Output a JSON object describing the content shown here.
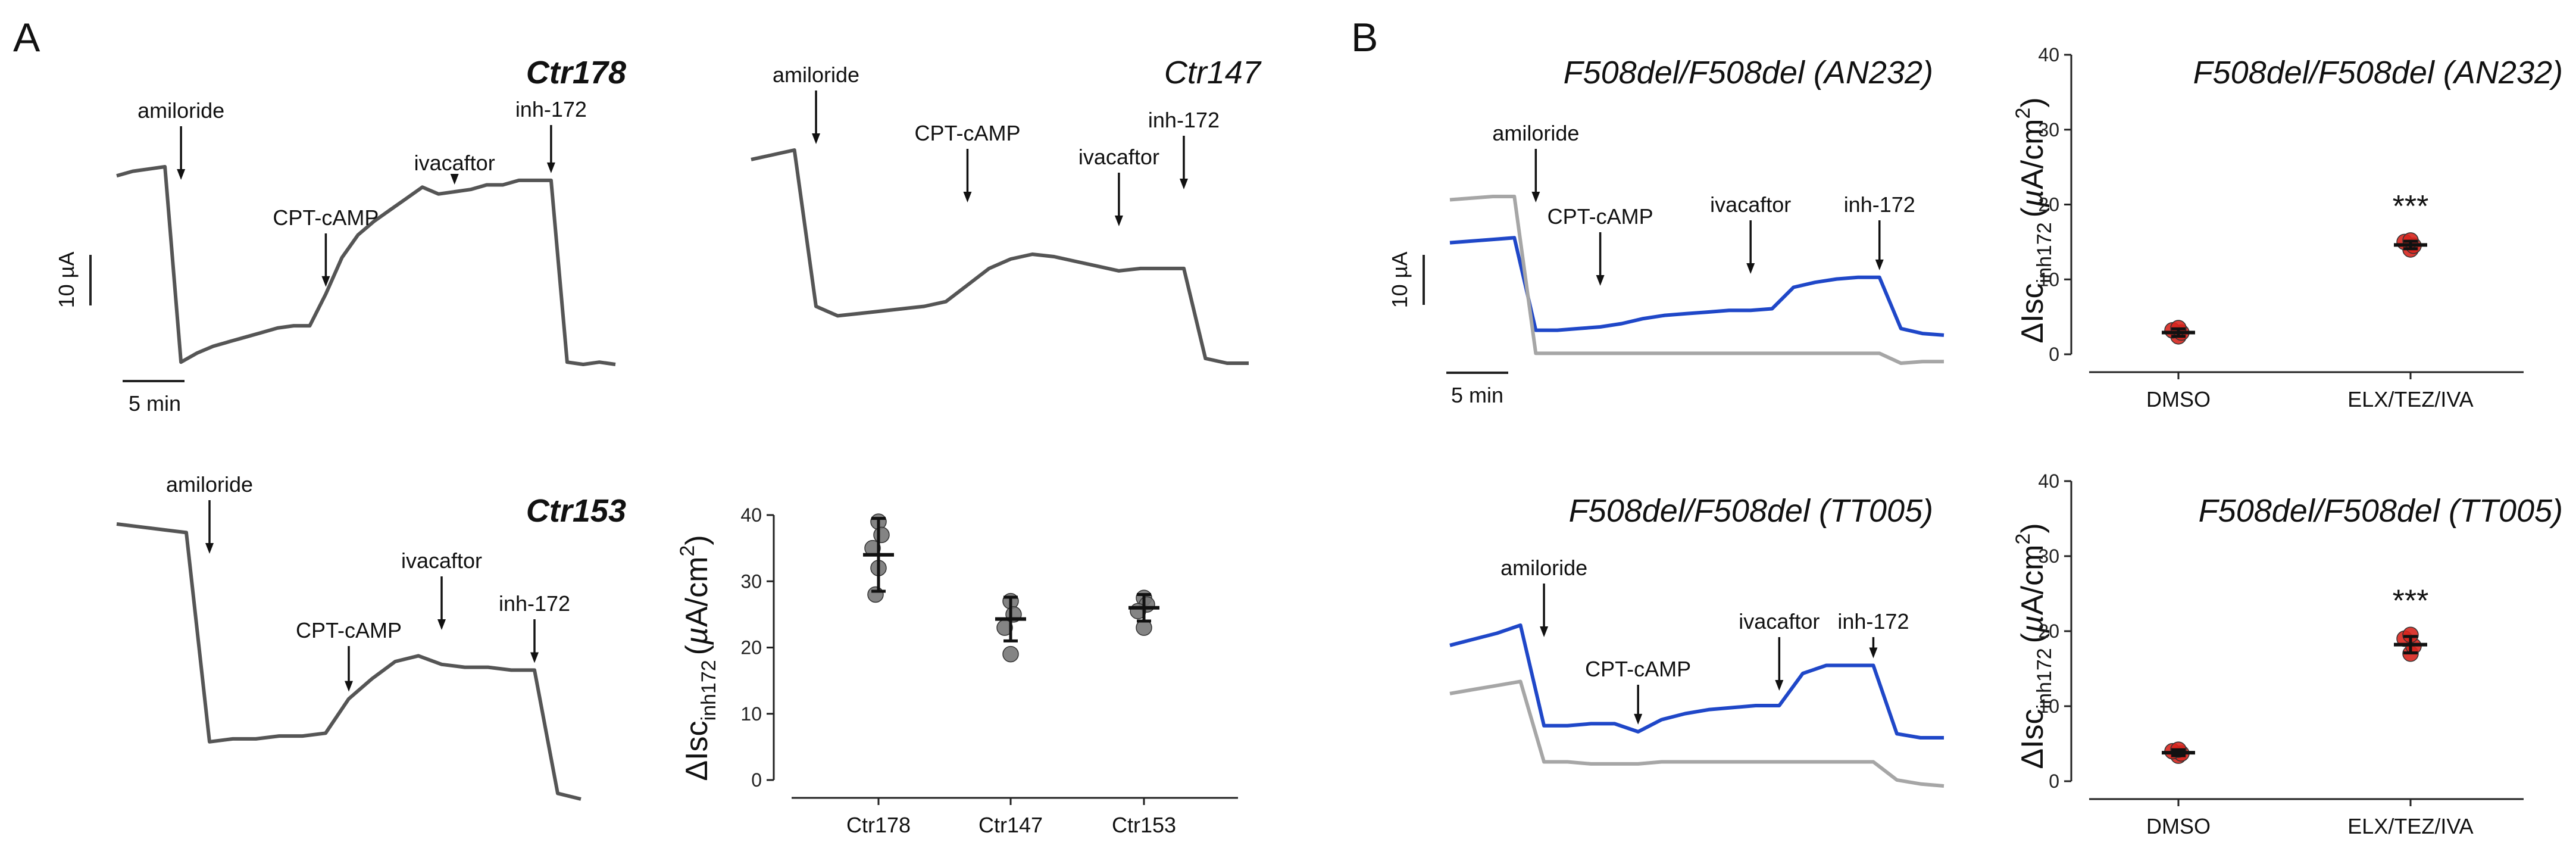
{
  "panel_labels": [
    "A",
    "B"
  ],
  "scale_bars": {
    "A": {
      "current": "10 µA",
      "time": "5 min"
    },
    "B": {
      "current": "10 µA",
      "time": "5 min"
    }
  },
  "ylabel": {
    "main": "ΔIsc",
    "sub": "inh172",
    "unit_pre": "(",
    "mu": "µ",
    "unit_post": "A/cm",
    "sup": "2",
    "close": ")"
  },
  "colors": {
    "trace_dark": "#555555",
    "trace_blue": "#1f47c8",
    "trace_gray": "#a6a6a6",
    "dot_gray": "#777777",
    "dot_red": "#d7261e",
    "axis": "#222222"
  },
  "chart_data": [
    {
      "type": "line",
      "title": "Ctr178",
      "annotations": [
        "amiloride",
        "CPT-cAMP",
        "ivacaftor",
        "inh-172"
      ],
      "series": [
        {
          "values": [
            84,
            86,
            87,
            88,
            2,
            6,
            9,
            11,
            13,
            15,
            17,
            18,
            18,
            32,
            48,
            58,
            64,
            69,
            74,
            79,
            76,
            77,
            78,
            80,
            80,
            82,
            82,
            82,
            2,
            1,
            2,
            1
          ]
        }
      ],
      "grid": false
    },
    {
      "type": "line",
      "title": "Ctr147",
      "annotations": [
        "amiloride",
        "CPT-cAMP",
        "ivacaftor",
        "inh-172"
      ],
      "series": [
        {
          "values": [
            86,
            88,
            90,
            24,
            20,
            21,
            22,
            23,
            24,
            26,
            33,
            40,
            44,
            46,
            45,
            43,
            41,
            39,
            40,
            40,
            40,
            2,
            0,
            0
          ]
        }
      ],
      "grid": false
    },
    {
      "type": "line",
      "title": "Ctr153",
      "annotations": [
        "amiloride",
        "CPT-cAMP",
        "ivacaftor",
        "inh-172"
      ],
      "series": [
        {
          "values": [
            96,
            95,
            94,
            93,
            20,
            21,
            21,
            22,
            22,
            23,
            35,
            42,
            48,
            50,
            47,
            46,
            46,
            45,
            45,
            2,
            0
          ]
        }
      ],
      "grid": false
    },
    {
      "type": "scatter",
      "categories": [
        "Ctr178",
        "Ctr147",
        "Ctr153"
      ],
      "ylim": [
        0,
        40
      ],
      "yticks": [
        0,
        10,
        20,
        30,
        40
      ],
      "series": [
        {
          "category": "Ctr178",
          "points": [
            39,
            37,
            35,
            32,
            28
          ],
          "mean": 34,
          "sd": 5.5
        },
        {
          "category": "Ctr147",
          "points": [
            27,
            25,
            23,
            19
          ],
          "mean": 24.3,
          "sd": 3.3
        },
        {
          "category": "Ctr153",
          "points": [
            27.5,
            26.5,
            25.5,
            23
          ],
          "mean": 26,
          "sd": 2
        }
      ]
    },
    {
      "type": "line",
      "title": "F508del/F508del (AN232)",
      "annotations": [
        "amiloride",
        "CPT-cAMP",
        "ivacaftor",
        "inh-172"
      ],
      "series": [
        {
          "values": [
            57,
            58,
            59,
            60,
            4,
            4,
            5,
            6,
            8,
            11,
            13,
            14,
            15,
            16,
            16,
            17,
            30,
            33,
            35,
            36,
            36,
            5,
            2,
            1
          ]
        },
        {
          "values": [
            83,
            84,
            85,
            85,
            -10,
            -10,
            -10,
            -10,
            -10,
            -10,
            -10,
            -10,
            -10,
            -10,
            -10,
            -10,
            -10,
            -10,
            -10,
            -10,
            -10,
            -16,
            -15,
            -15
          ]
        }
      ]
    },
    {
      "type": "scatter",
      "title": "F508del/F508del (AN232)",
      "categories": [
        "DMSO",
        "ELX/TEZ/IVA"
      ],
      "ylim": [
        0,
        40
      ],
      "yticks": [
        0,
        10,
        20,
        30,
        40
      ],
      "significance": "***",
      "series": [
        {
          "category": "DMSO",
          "points": [
            2.4,
            2.9,
            3.2,
            3.5
          ],
          "mean": 2.9,
          "sd": 0.5
        },
        {
          "category": "ELX/TEZ/IVA",
          "points": [
            14,
            14.5,
            15,
            15.2
          ],
          "mean": 14.6,
          "sd": 0.5
        }
      ]
    },
    {
      "type": "line",
      "title": "F508del/F508del (TT005)",
      "annotations": [
        "amiloride",
        "CPT-cAMP",
        "ivacaftor",
        "inh-172"
      ],
      "series": [
        {
          "values": [
            50,
            53,
            56,
            60,
            10,
            10,
            11,
            11,
            7,
            13,
            16,
            18,
            19,
            20,
            20,
            36,
            40,
            40,
            40,
            6,
            4,
            4
          ]
        },
        {
          "values": [
            26,
            28,
            30,
            32,
            -8,
            -8,
            -9,
            -9,
            -9,
            -8,
            -8,
            -8,
            -8,
            -8,
            -8,
            -8,
            -8,
            -8,
            -8,
            -17,
            -19,
            -20
          ]
        }
      ]
    },
    {
      "type": "scatter",
      "title": "F508del/F508del (TT005)",
      "categories": [
        "DMSO",
        "ELX/TEZ/IVA"
      ],
      "ylim": [
        0,
        40
      ],
      "yticks": [
        0,
        10,
        20,
        30,
        40
      ],
      "significance": "***",
      "series": [
        {
          "category": "DMSO",
          "points": [
            3.4,
            3.7,
            4.0,
            4.2
          ],
          "mean": 3.8,
          "sd": 0.4
        },
        {
          "category": "ELX/TEZ/IVA",
          "points": [
            17,
            18,
            19,
            19.5
          ],
          "mean": 18.2,
          "sd": 1.1
        }
      ]
    }
  ]
}
